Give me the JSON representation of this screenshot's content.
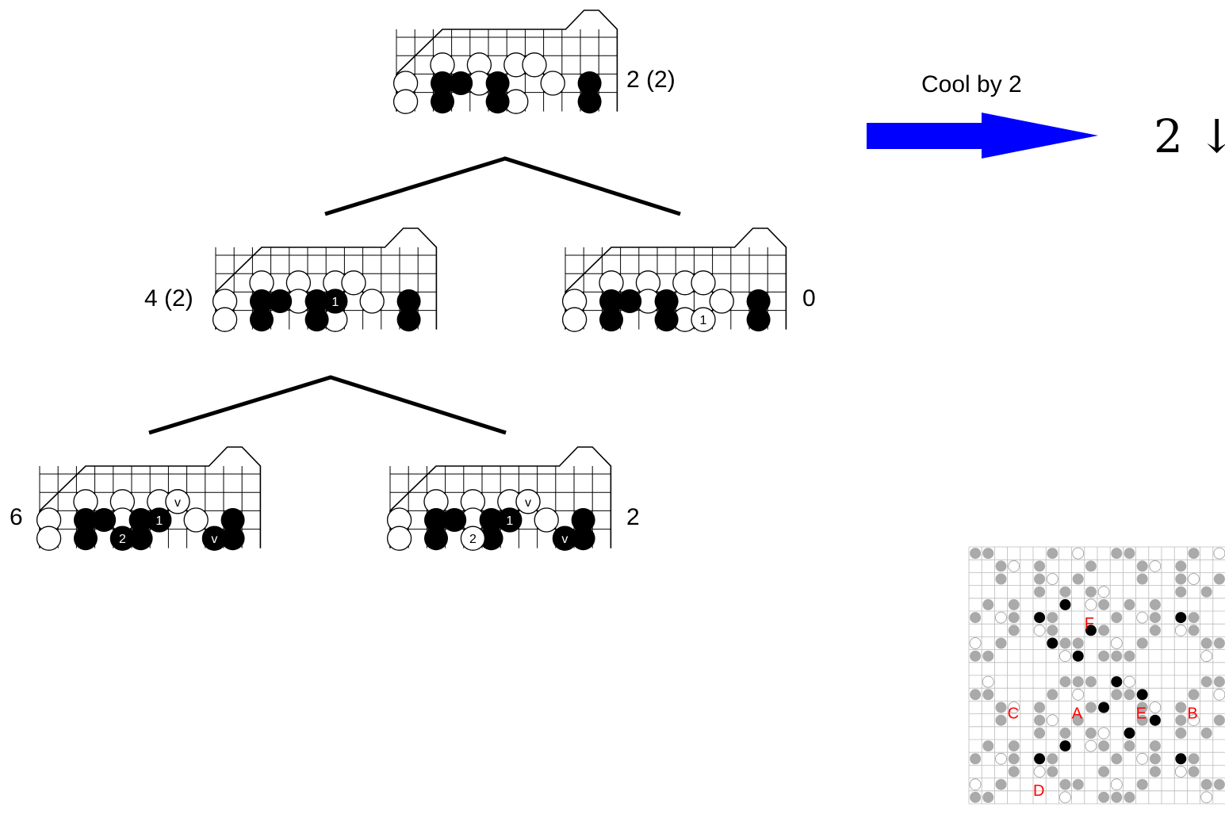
{
  "tree": {
    "nodes": [
      {
        "id": "root",
        "value_label": "2 (2)",
        "black": [
          [
            2,
            2
          ],
          [
            3,
            2
          ],
          [
            5,
            2
          ],
          [
            2,
            3
          ],
          [
            5,
            3
          ],
          [
            10,
            2
          ],
          [
            10,
            3
          ]
        ],
        "white": [
          [
            2,
            1
          ],
          [
            4,
            1
          ],
          [
            6,
            1
          ],
          [
            4,
            2
          ],
          [
            6,
            3
          ],
          [
            8,
            2
          ],
          [
            0,
            2
          ],
          [
            0,
            3
          ],
          [
            7,
            1
          ]
        ],
        "marks": []
      },
      {
        "id": "left",
        "value_label": "4 (2)",
        "black": [
          [
            2,
            2
          ],
          [
            3,
            2
          ],
          [
            5,
            2
          ],
          [
            2,
            3
          ],
          [
            5,
            3
          ],
          [
            10,
            2
          ],
          [
            10,
            3
          ]
        ],
        "white": [
          [
            2,
            1
          ],
          [
            4,
            1
          ],
          [
            6,
            1
          ],
          [
            4,
            2
          ],
          [
            6,
            3
          ],
          [
            8,
            2
          ],
          [
            0,
            2
          ],
          [
            0,
            3
          ],
          [
            7,
            1
          ]
        ],
        "marks": [
          {
            "col": 6,
            "row": 2,
            "color": "black",
            "text": "1"
          }
        ]
      },
      {
        "id": "right",
        "value_label": "0",
        "black": [
          [
            2,
            2
          ],
          [
            3,
            2
          ],
          [
            5,
            2
          ],
          [
            2,
            3
          ],
          [
            5,
            3
          ],
          [
            10,
            2
          ],
          [
            10,
            3
          ]
        ],
        "white": [
          [
            2,
            1
          ],
          [
            4,
            1
          ],
          [
            6,
            1
          ],
          [
            4,
            2
          ],
          [
            6,
            3
          ],
          [
            8,
            2
          ],
          [
            0,
            2
          ],
          [
            0,
            3
          ],
          [
            7,
            1
          ]
        ],
        "marks": [
          {
            "col": 7,
            "row": 3,
            "color": "white",
            "text": "1"
          }
        ]
      },
      {
        "id": "left-left",
        "value_label": "6",
        "black": [
          [
            2,
            2
          ],
          [
            3,
            2
          ],
          [
            5,
            2
          ],
          [
            2,
            3
          ],
          [
            5,
            3
          ],
          [
            10,
            2
          ],
          [
            10,
            3
          ]
        ],
        "white": [
          [
            2,
            1
          ],
          [
            4,
            1
          ],
          [
            6,
            1
          ],
          [
            4,
            2
          ],
          [
            8,
            2
          ],
          [
            0,
            2
          ],
          [
            0,
            3
          ],
          [
            7,
            1
          ]
        ],
        "marks": [
          {
            "col": 6,
            "row": 2,
            "color": "black",
            "text": "1"
          },
          {
            "col": 4,
            "row": 3,
            "color": "black",
            "text": "2"
          },
          {
            "col": 7,
            "row": 1,
            "color": "white",
            "text": "v"
          },
          {
            "col": 9,
            "row": 3,
            "color": "black",
            "text": "v"
          }
        ]
      },
      {
        "id": "left-right",
        "value_label": "2",
        "black": [
          [
            2,
            2
          ],
          [
            3,
            2
          ],
          [
            5,
            2
          ],
          [
            2,
            3
          ],
          [
            5,
            3
          ],
          [
            10,
            2
          ],
          [
            10,
            3
          ]
        ],
        "white": [
          [
            2,
            1
          ],
          [
            4,
            1
          ],
          [
            6,
            1
          ],
          [
            4,
            2
          ],
          [
            8,
            2
          ],
          [
            0,
            2
          ],
          [
            0,
            3
          ],
          [
            7,
            1
          ]
        ],
        "marks": [
          {
            "col": 6,
            "row": 2,
            "color": "black",
            "text": "1"
          },
          {
            "col": 4,
            "row": 3,
            "color": "white",
            "text": "2"
          },
          {
            "col": 7,
            "row": 1,
            "color": "white",
            "text": "v"
          },
          {
            "col": 9,
            "row": 3,
            "color": "black",
            "text": "v"
          }
        ]
      }
    ]
  },
  "cooling": {
    "label": "Cool by 2",
    "arrow_color": "#0000ff",
    "result": "2 ↓"
  },
  "overview_board": {
    "size": 19,
    "region_labels": [
      "A",
      "B",
      "C",
      "D",
      "E",
      "F"
    ],
    "label_color": "#ff0000"
  }
}
